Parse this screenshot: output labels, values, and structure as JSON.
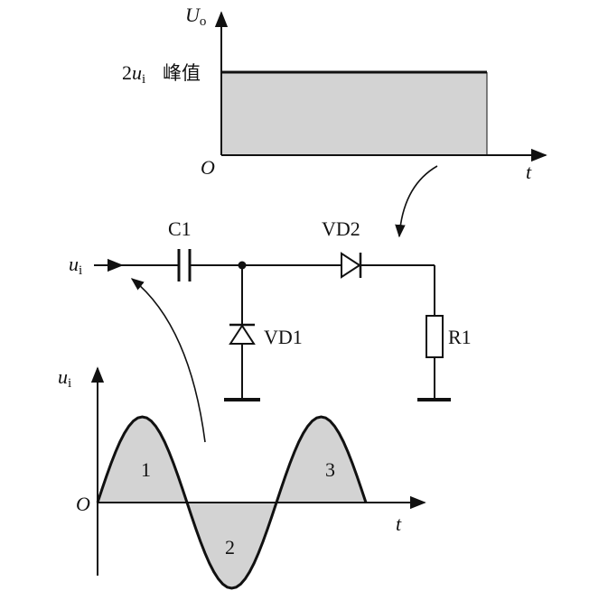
{
  "output_graph": {
    "y_axis_label": "U",
    "y_axis_subscript": "o",
    "level_label_prefix": "2",
    "level_label_var": "u",
    "level_label_sub": "i",
    "level_label_suffix": "峰值",
    "origin": "O",
    "x_axis_label": "t"
  },
  "circuit": {
    "input_var": "u",
    "input_sub": "i",
    "capacitor": "C1",
    "diode_shunt": "VD1",
    "diode_series": "VD2",
    "resistor": "R1"
  },
  "input_graph": {
    "y_axis_var": "u",
    "y_axis_sub": "i",
    "origin": "O",
    "x_axis_label": "t",
    "half_cycles": [
      "1",
      "2",
      "3"
    ]
  }
}
